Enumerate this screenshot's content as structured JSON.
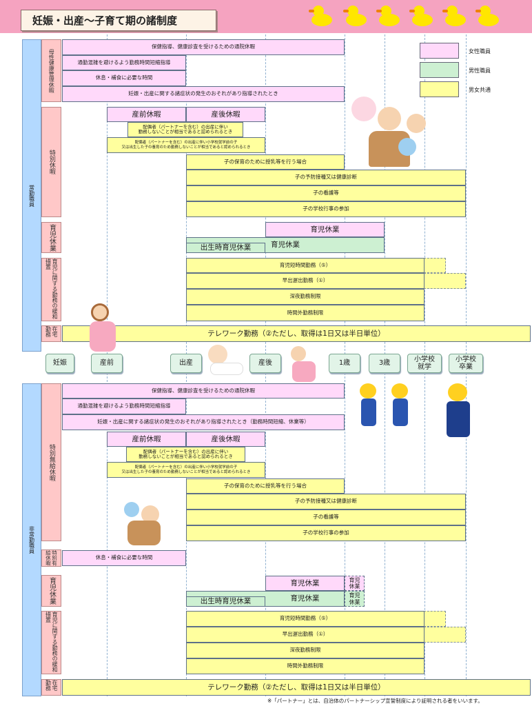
{
  "header": {
    "title": "妊娠・出産～子育て期の諸制度"
  },
  "legend": [
    {
      "label": "女性職員",
      "color": "#ffd9fa"
    },
    {
      "label": "男性職員",
      "color": "#cdf0d2"
    },
    {
      "label": "男女共通",
      "color": "#ffff9e"
    }
  ],
  "timeline": [
    "妊娠",
    "産前",
    "出産",
    "産後",
    "1歳",
    "3歳",
    "小学校\n就学",
    "小学校\n卒業"
  ],
  "fulltime": {
    "label": "常勤職員",
    "groups": [
      "母性健康管理休暇",
      "特別休暇",
      "育児休業",
      "育児に関する勤務の緩和措置",
      "在宅勤務"
    ],
    "bars": {
      "checkup": "保健指導、健康診査を受けるための通院休暇",
      "commute": "通勤混雑を避けるよう勤務時間短縮指導",
      "rest": "休息・補食に必要な時間",
      "symptoms": "妊娠・出産に関する諸症状の発生のおそれがあり指導されたとき",
      "prenatal": "産前休暇",
      "postnatal": "産後休暇",
      "spouse1": "配偶者（パートナーを含む）の出産に伴い\n勤務しないことが相当であると認められるとき",
      "spouse2": "配偶者（パートナーを含む）の出産に伴い小学校就学前の子\n又は出生した子の養育のため勤務しないことが相当であると認められるとき",
      "nursing": "子の保育のために授乳等を行う場合",
      "vaccination": "子の予防接種又は健康診断",
      "sickcare": "子の看護等",
      "school": "子の学校行事の参加",
      "childcare_f": "育児休業",
      "childcare_m": "育児休業",
      "birth_leave": "出生時育児休業",
      "shorthours": "育児短時間勤務（⑤）",
      "flex": "早出遅出勤務（①）",
      "night": "深夜勤務制限",
      "overtime": "時間外勤務制限",
      "telework": "テレワーク勤務（②ただし、取得は1日又は半日単位）"
    }
  },
  "parttime": {
    "label": "非常勤職員",
    "groups": [
      "特別無給休暇",
      "特別有給休暇",
      "育児休業",
      "育児に関する勤務の緩和措置",
      "在宅勤務"
    ],
    "bars": {
      "checkup": "保健指導、健康診査を受けるための通院休暇",
      "commute": "通勤混雑を避けるよう勤務時間短縮指導",
      "symptoms": "妊娠・出産に関する諸症状の発生のおそれがあり指導されたとき（勤務時間短縮、休業等）",
      "prenatal": "産前休暇",
      "postnatal": "産後休暇",
      "spouse1": "配偶者（パートナーを含む）の出産に伴い\n勤務しないことが相当であると認められるとき",
      "spouse2": "配偶者（パートナーを含む）の出産に伴い小学校就学前の子\n又は出生した子の養育のため勤務しないことが相当であると認められるとき",
      "nursing": "子の保育のために授乳等を行う場合",
      "vaccination": "子の予防接種又は健康診断",
      "sickcare": "子の看護等",
      "school": "子の学校行事の参加",
      "rest": "休息・補食に必要な時間",
      "childcare_f": "育児休業",
      "childcare_f_ext": "育児\n休業",
      "childcare_m": "育児休業",
      "childcare_m_ext": "育児\n休業",
      "birth_leave": "出生時育児休業",
      "shorthours": "育児短時間勤務（⑤）",
      "flex": "早出遅出勤務（①）",
      "night": "深夜勤務制限",
      "overtime": "時間外勤務制限",
      "telework": "テレワーク勤務（②ただし、取得は1日又は半日単位）"
    }
  },
  "footnote": "※「パートナー」とは、自治体のパートナーシップ宣誓制度により証明される者をいいます。"
}
